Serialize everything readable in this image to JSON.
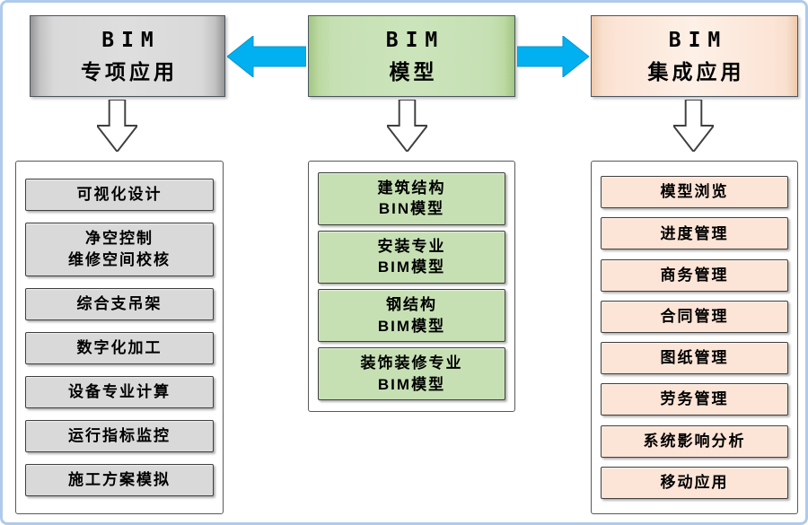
{
  "colors": {
    "blue_arrow": "#00b0f0",
    "gray_column": "#d9d9d9",
    "green_column": "#c6e0b4",
    "peach_column": "#fce4d6",
    "frame_border": "#aecbeb"
  },
  "columns": [
    {
      "id": "special-application",
      "header": {
        "line1": "BIM",
        "line2": "专项应用"
      },
      "items": [
        "可视化设计",
        "净空控制\n维修空间校核",
        "综合支吊架",
        "数字化加工",
        "设备专业计算",
        "运行指标监控",
        "施工方案模拟"
      ]
    },
    {
      "id": "model",
      "header": {
        "line1": "BIM",
        "line2": "模型"
      },
      "items": [
        "建筑结构\nBIN模型",
        "安装专业\nBIM模型",
        "钢结构\nBIM模型",
        "装饰装修专业\nBIM模型"
      ]
    },
    {
      "id": "integrated-application",
      "header": {
        "line1": "BIM",
        "line2": "集成应用"
      },
      "items": [
        "模型浏览",
        "进度管理",
        "商务管理",
        "合同管理",
        "图纸管理",
        "劳务管理",
        "系统影响分析",
        "移动应用"
      ]
    }
  ]
}
